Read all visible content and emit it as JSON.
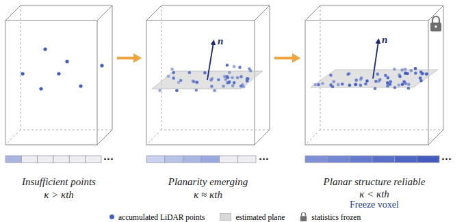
{
  "diagram": {
    "nodes": [
      {
        "text": [
          "...",
          "Insufficient points",
          "κ > κth"
        ]
      },
      {
        "text": [
          "n",
          "...",
          "Planarity emerging",
          "κ ≈ κth"
        ]
      },
      {
        "text": [
          "n",
          "...",
          "Planar structure reliable",
          "κ < κth",
          "Freeze voxel"
        ]
      }
    ],
    "edges": [
      {
        "from": 0,
        "to": 1,
        "arrow": "to"
      },
      {
        "from": 1,
        "to": 2,
        "arrow": "to"
      }
    ],
    "legend": [
      {
        "text": "accumulated LiDAR points",
        "color": "#3f5fc4"
      },
      {
        "text": "estimated plane",
        "color": "#d9d9d9"
      },
      {
        "text": "statistics frozen"
      }
    ]
  }
}
